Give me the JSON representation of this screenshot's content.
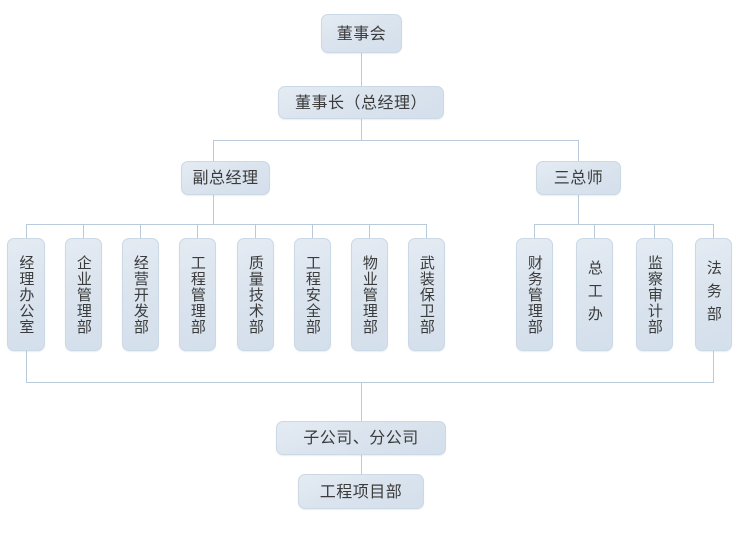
{
  "diagram": {
    "title_node": {
      "label": "董事会"
    },
    "level2": {
      "label": "董事长（总经理）"
    },
    "level3": [
      {
        "label": "副总经理"
      },
      {
        "label": "三总师"
      }
    ],
    "departments_left": [
      {
        "label": "经理办公室"
      },
      {
        "label": "企业管理部"
      },
      {
        "label": "经营开发部"
      },
      {
        "label": "工程管理部"
      },
      {
        "label": "质量技术部"
      },
      {
        "label": "工程安全部"
      },
      {
        "label": "物业管理部"
      },
      {
        "label": "武装保卫部"
      }
    ],
    "departments_right": [
      {
        "label": "财务管理部"
      },
      {
        "label": "总工办"
      },
      {
        "label": "监察审计部"
      },
      {
        "label": "法务部"
      }
    ],
    "bottom": [
      {
        "label": "子公司、分公司"
      },
      {
        "label": "工程项目部"
      }
    ],
    "colors": {
      "node_fill": "#dbe4ee",
      "node_border": "#cbd8e5",
      "connector": "#b9cbdb",
      "text": "#3b3b3b",
      "background": "#ffffff"
    }
  }
}
